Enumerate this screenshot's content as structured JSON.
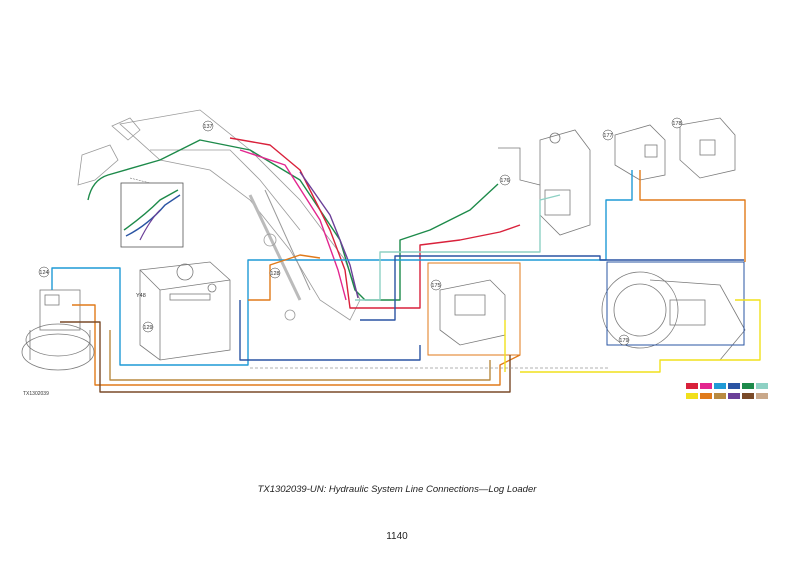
{
  "figure": {
    "caption": "TX1302039-UN: Hydraulic System Line Connections—Log Loader",
    "figure_id": "TX1302039",
    "page_number": "1140",
    "callouts": [
      "137",
      "128",
      "129",
      "124",
      "176",
      "177",
      "178",
      "179",
      "175",
      "Y48"
    ]
  },
  "legend": {
    "row1_colors": [
      "#d9213b",
      "#e3268f",
      "#1f9ad6",
      "#2a54a3",
      "#1d8a4a",
      "#8ed1c4"
    ],
    "row2_colors": [
      "#f1e01c",
      "#e07a1a",
      "#b98a40",
      "#6b3f98",
      "#7a4a28",
      "#c9a88a"
    ]
  },
  "line_colors": {
    "red": "#d9213b",
    "magenta": "#e3268f",
    "blue": "#1f9ad6",
    "navy": "#2a54a3",
    "green": "#1d8a4a",
    "teal": "#8ed1c4",
    "yellow": "#f1e01c",
    "orange": "#e07a1a",
    "tan": "#b98a40",
    "purple": "#6b3f98",
    "brown": "#7a4a28"
  }
}
